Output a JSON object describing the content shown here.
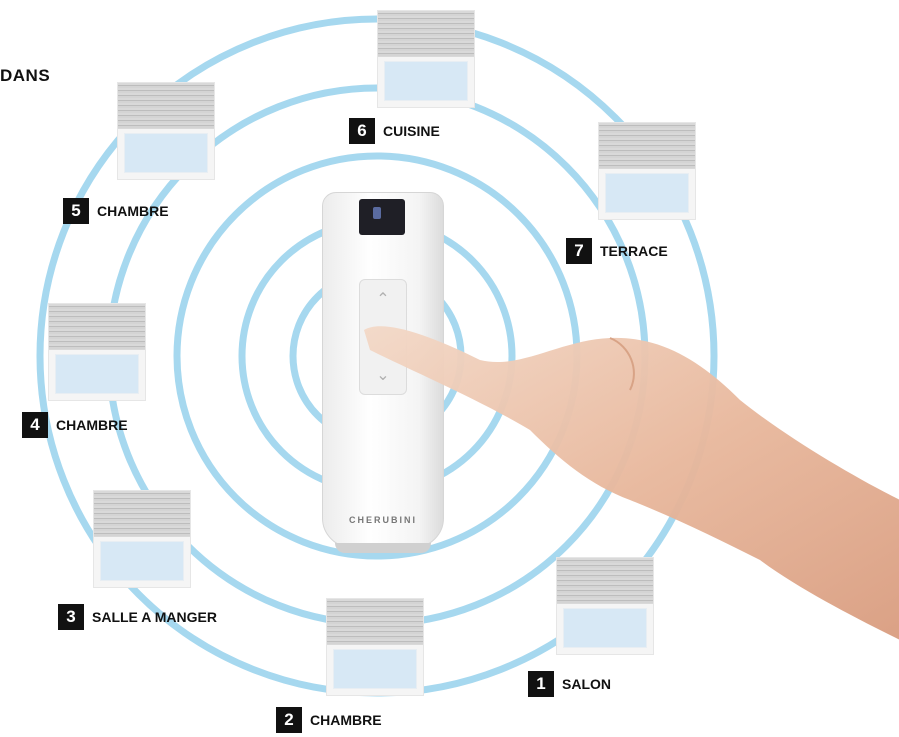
{
  "header": {
    "text": "DANS"
  },
  "remote": {
    "brand": "CHERUBINI"
  },
  "rooms": [
    {
      "number": "1",
      "label": "SALON"
    },
    {
      "number": "2",
      "label": "CHAMBRE"
    },
    {
      "number": "3",
      "label": "SALLE A MANGER"
    },
    {
      "number": "4",
      "label": "CHAMBRE"
    },
    {
      "number": "5",
      "label": "CHAMBRE"
    },
    {
      "number": "6",
      "label": "CUISINE"
    },
    {
      "number": "7",
      "label": "TERRACE"
    }
  ],
  "colors": {
    "ring": "#a6d8ef",
    "badge": "#111111",
    "window": "#d7e8f5"
  },
  "icons": [
    "blind-icon",
    "remote-control",
    "hand-pointer",
    "chevron-up-icon",
    "chevron-down-icon"
  ]
}
